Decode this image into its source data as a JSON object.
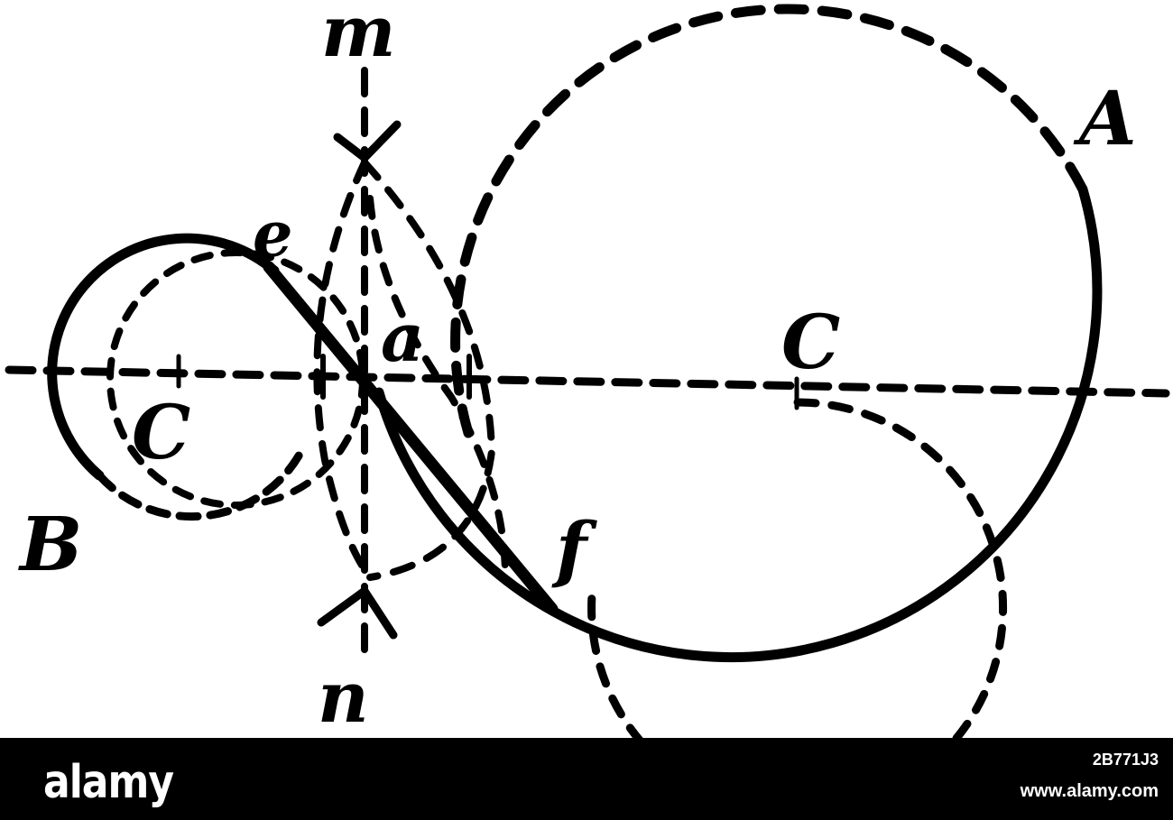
{
  "labels": {
    "m": "m",
    "n": "n",
    "A": "A",
    "B": "B",
    "C_large": "C",
    "C_small": "C",
    "a": "a",
    "e": "e",
    "f": "f"
  },
  "footer": {
    "brand": "alamy",
    "image_id": "2B771J3",
    "site": "www.alamy.com"
  },
  "colors": {
    "ink": "#000000",
    "paper": "#ffffff",
    "footer_bg": "#000000"
  }
}
